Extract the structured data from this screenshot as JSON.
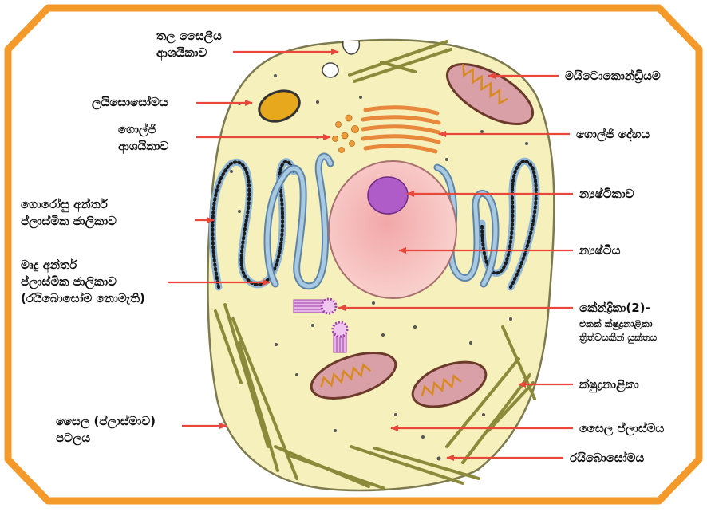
{
  "diagram": {
    "frame_color": "#F39A2B",
    "cytoplasm_color": "#F6F0BC",
    "nucleus_color": "#F6C0C0",
    "nucleolus_color": "#B05CC8",
    "arrow_color": "#E8473A",
    "labels": {
      "pinocytotic_vesicle": [
        "තල සෛලීය",
        "ආශයිකාව"
      ],
      "lysosome": [
        "ලයිසොසෝමය"
      ],
      "golgi_vesicles": [
        "ගොල්ජි",
        "ආශයිකාව"
      ],
      "rough_er": [
        "ගොරෝසු අන්තර්",
        "ප්ලාස්මික ජාලිකාව"
      ],
      "smooth_er": [
        "මෘදු අන්තර්",
        "ප්ලාස්මික ජාලිකාව",
        "(රයිබොසෝම නොමැති)"
      ],
      "cell_membrane": [
        "සෛල (ප්ලාස්මාව)",
        "පටලය"
      ],
      "mitochondrion": [
        "මයිටොකොන්ඩ්‍රියම"
      ],
      "golgi_body": [
        "ගොල්ජි දේහය"
      ],
      "nucleolus": [
        "න්‍යෂ්ටිකාව"
      ],
      "nucleus": [
        "න්‍යෂ්ටිය"
      ],
      "centrioles": [
        "කේන්ද්‍රිකා(2)-"
      ],
      "centrioles_note": [
        "එකක් ක්ෂුද්‍රනාළිකා",
        "ත්‍රිත්වයකින් යුක්තය"
      ],
      "microtubules": [
        "ක්ෂුද්‍රනාළිකා"
      ],
      "cytoplasm": [
        "සෛල ප්ලාස්මය"
      ],
      "ribosome": [
        "රයිබොසෝමය"
      ]
    }
  }
}
